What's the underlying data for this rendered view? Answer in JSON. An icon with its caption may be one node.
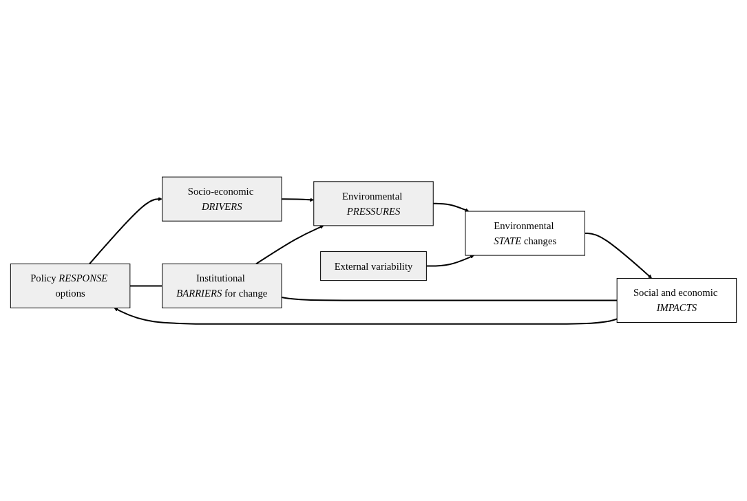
{
  "diagram": {
    "nodes": [
      {
        "text": [
          "Policy *RESPONSE* options"
        ]
      },
      {
        "text": [
          "Institutional *BARRIERS* for change"
        ]
      },
      {
        "text": [
          "Socio-economic *DRIVERS*"
        ]
      },
      {
        "text": [
          "Environmental *PRESSURES*"
        ]
      },
      {
        "text": [
          "External variability"
        ]
      },
      {
        "text": [
          "Environmental *STATE* changes"
        ]
      },
      {
        "text": [
          "Social and economic *IMPACTS*"
        ]
      }
    ],
    "edges": [
      {
        "from": 0,
        "to": 2,
        "arrow": "to"
      },
      {
        "from": 0,
        "to": 1,
        "arrow": "none"
      },
      {
        "from": 1,
        "to": 3,
        "arrow": "to"
      },
      {
        "from": 2,
        "to": 3,
        "arrow": "to"
      },
      {
        "from": 3,
        "to": 5,
        "arrow": "to"
      },
      {
        "from": 4,
        "to": 5,
        "arrow": "to"
      },
      {
        "from": 5,
        "to": 6,
        "arrow": "to"
      },
      {
        "from": 1,
        "to": 6,
        "arrow": "none"
      },
      {
        "from": 6,
        "to": 0,
        "arrow": "to"
      }
    ]
  }
}
